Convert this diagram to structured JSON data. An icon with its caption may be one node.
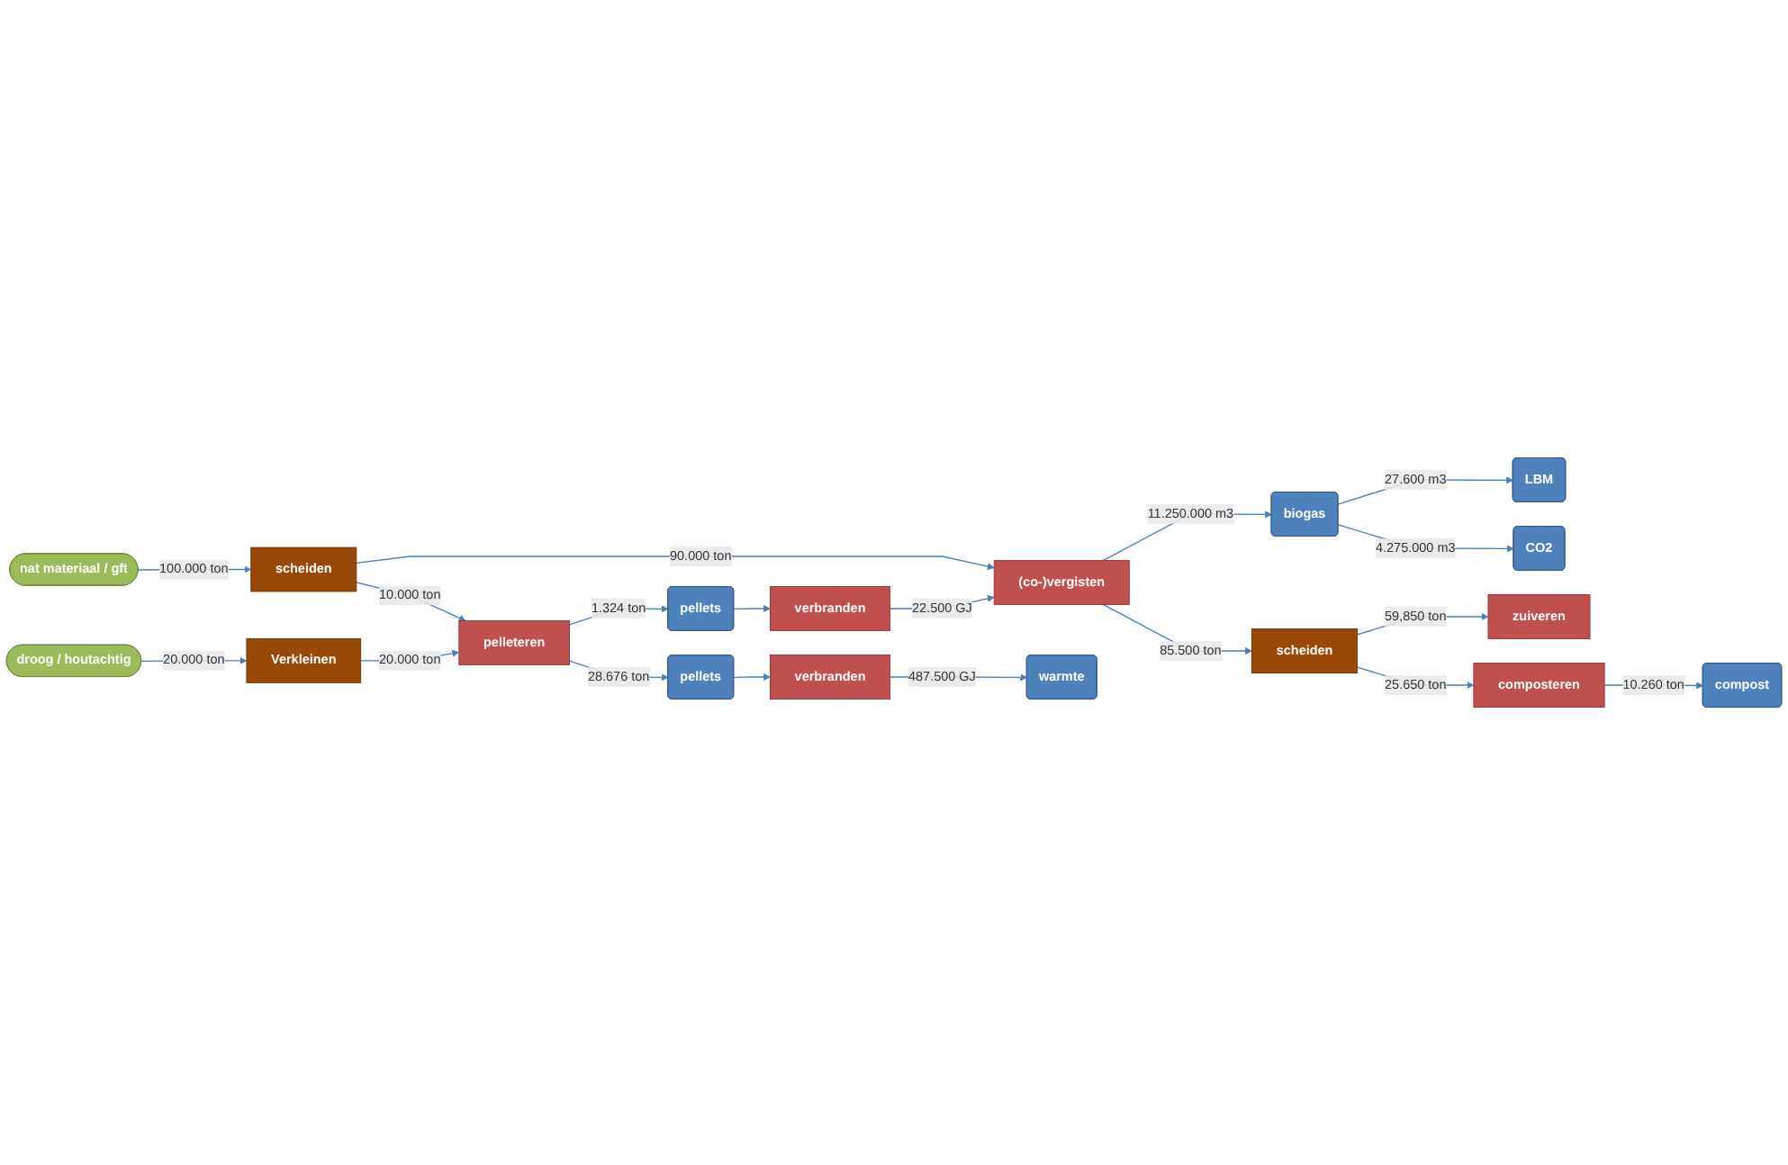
{
  "diagram": {
    "nodes": [
      {
        "text": [
          "nat materiaal / gft"
        ]
      },
      {
        "text": [
          "scheiden"
        ]
      },
      {
        "text": [
          "(co-)vergisten"
        ]
      },
      {
        "text": [
          "biogas"
        ]
      },
      {
        "text": [
          "LBM"
        ]
      },
      {
        "text": [
          "CO2"
        ]
      },
      {
        "text": [
          "verbranden"
        ]
      },
      {
        "text": [
          "scheiden"
        ]
      },
      {
        "text": [
          "zuiveren"
        ]
      },
      {
        "text": [
          "composteren"
        ]
      },
      {
        "text": [
          "compost"
        ]
      },
      {
        "text": [
          "pellets"
        ]
      },
      {
        "text": [
          "droog / houtachtig"
        ]
      },
      {
        "text": [
          "Verkleinen"
        ]
      },
      {
        "text": [
          "pelleteren"
        ]
      },
      {
        "text": [
          "pellets"
        ]
      },
      {
        "text": [
          "verbranden"
        ]
      },
      {
        "text": [
          "warmte"
        ]
      }
    ],
    "edges": [
      {
        "from": 0,
        "to": 1,
        "arrow": "to",
        "label": "100.000 ton"
      },
      {
        "from": 1,
        "to": 2,
        "arrow": "to",
        "label": "90.000 ton"
      },
      {
        "from": 2,
        "to": 3,
        "arrow": "to",
        "label": "11.250.000 m3"
      },
      {
        "from": 3,
        "to": 4,
        "arrow": "to",
        "label": "27.600 m3"
      },
      {
        "from": 3,
        "to": 5,
        "arrow": "to",
        "label": "4.275.000 m3"
      },
      {
        "from": 6,
        "to": 2,
        "arrow": "to",
        "label": "22.500 GJ"
      },
      {
        "from": 2,
        "to": 7,
        "arrow": "to",
        "label": "85.500 ton"
      },
      {
        "from": 7,
        "to": 8,
        "arrow": "to",
        "label": "59,850 ton"
      },
      {
        "from": 7,
        "to": 9,
        "arrow": "to",
        "label": "25.650 ton"
      },
      {
        "from": 9,
        "to": 10,
        "arrow": "to",
        "label": "10.260 ton"
      },
      {
        "from": 1,
        "to": 14,
        "arrow": "to",
        "label": "10.000 ton"
      },
      {
        "from": 11,
        "to": 6,
        "arrow": "to"
      },
      {
        "from": 14,
        "to": 11,
        "arrow": "to",
        "label": "1.324 ton"
      },
      {
        "from": 12,
        "to": 13,
        "arrow": "to",
        "label": "20.000 ton"
      },
      {
        "from": 13,
        "to": 14,
        "arrow": "to",
        "label": "20.000 ton"
      },
      {
        "from": 14,
        "to": 15,
        "arrow": "to",
        "label": "28.676 ton"
      },
      {
        "from": 15,
        "to": 16,
        "arrow": "to"
      },
      {
        "from": 16,
        "to": 17,
        "arrow": "to",
        "label": "487.500 GJ"
      }
    ]
  }
}
